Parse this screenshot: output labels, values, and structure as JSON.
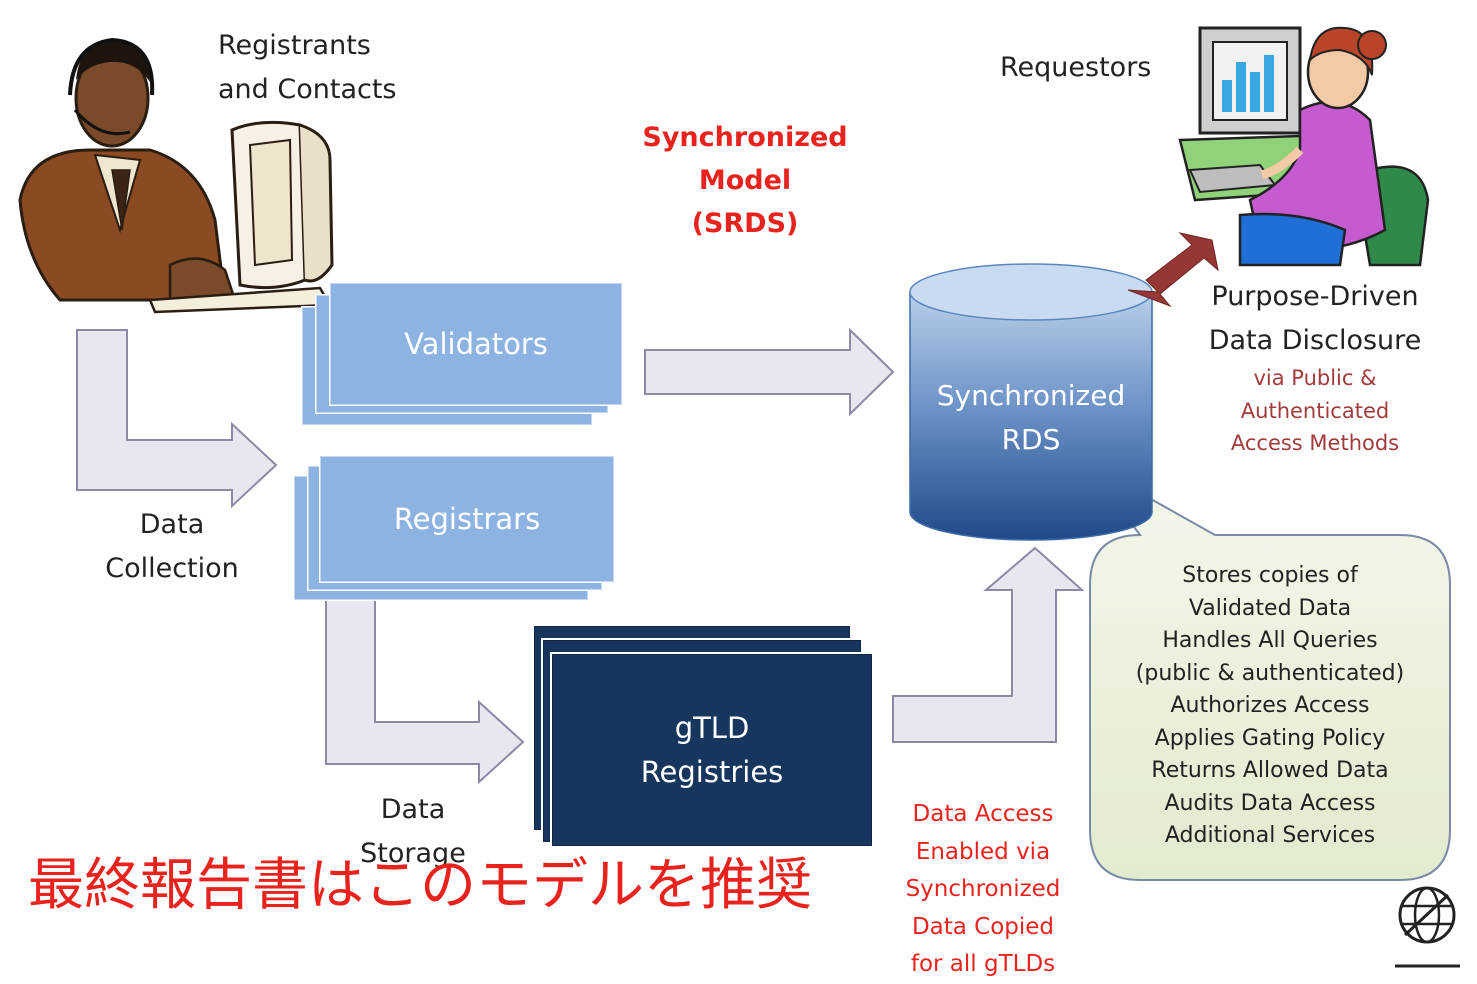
{
  "labels": {
    "registrants": [
      "Registrants",
      "and Contacts"
    ],
    "requestors": "Requestors",
    "model_title": [
      "Synchronized",
      "Model",
      "(SRDS)"
    ],
    "data_collection": [
      "Data",
      "Collection"
    ],
    "data_storage": [
      "Data",
      "Storage"
    ],
    "disclosure": [
      "Purpose-Driven",
      "Data Disclosure"
    ],
    "disclosure_sub": [
      "via Public &",
      "Authenticated",
      "Access Methods"
    ],
    "access_note": [
      "Data Access",
      "Enabled via",
      "Synchronized",
      "Data Copied",
      "for all gTLDs"
    ]
  },
  "boxes": {
    "validators": "Validators",
    "registrars": "Registrars",
    "registries": [
      "gTLD",
      "Registries"
    ]
  },
  "database": [
    "Synchronized",
    "RDS"
  ],
  "callout": {
    "highlight": [
      "Stores copies of",
      "Validated Data"
    ],
    "items": [
      "Handles All Queries",
      "(public & authenticated)",
      "Authorizes Access",
      "Applies Gating Policy",
      "Returns Allowed Data",
      "Audits Data Access",
      "Additional Services"
    ]
  },
  "caption": "最終報告書はこのモデルを推奨",
  "colors": {
    "light_box": "#8db3e2",
    "dark_box": "#17365d",
    "arrow_fill": "#eae6f0",
    "arrow_stroke": "#8c88a6",
    "accent_red": "#e8231d",
    "callout_fill": "#eaf1dd",
    "double_arrow": "#953735"
  },
  "icons": [
    "registrant-clipart-icon",
    "requestor-clipart-icon",
    "globe-logo-icon"
  ]
}
